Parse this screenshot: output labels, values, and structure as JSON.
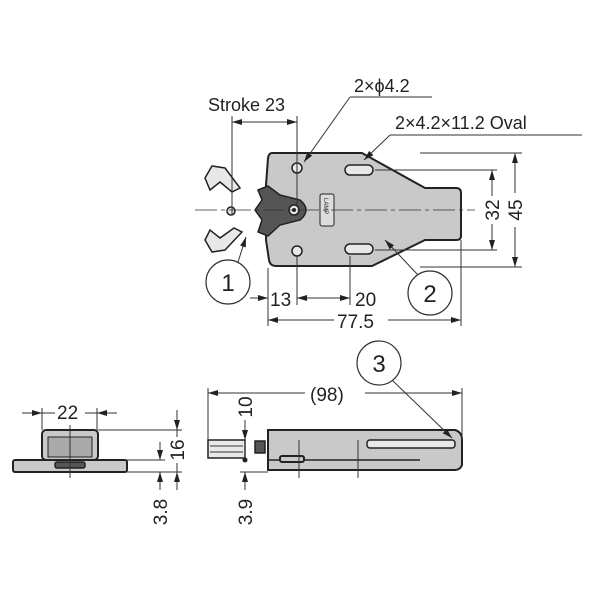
{
  "title": "Push latch dimensional drawing",
  "top_view": {
    "stroke_label": "Stroke 23",
    "hole_label": "2×ϕ4.2",
    "oval_label": "2×4.2×11.2 Oval",
    "dim_32": "32",
    "dim_45": "45",
    "dim_13": "13",
    "dim_20": "20",
    "dim_77_5": "77.5",
    "logo_text": "LAMP"
  },
  "callouts": [
    "1",
    "2",
    "3"
  ],
  "end_view": {
    "dim_22": "22",
    "dim_16": "16",
    "dim_3_8": "3.8"
  },
  "side_view": {
    "dim_98": "(98)",
    "dim_10": "10",
    "dim_3_9": "3.9"
  },
  "colors": {
    "body": "#c9c9c9",
    "line": "#333333"
  }
}
